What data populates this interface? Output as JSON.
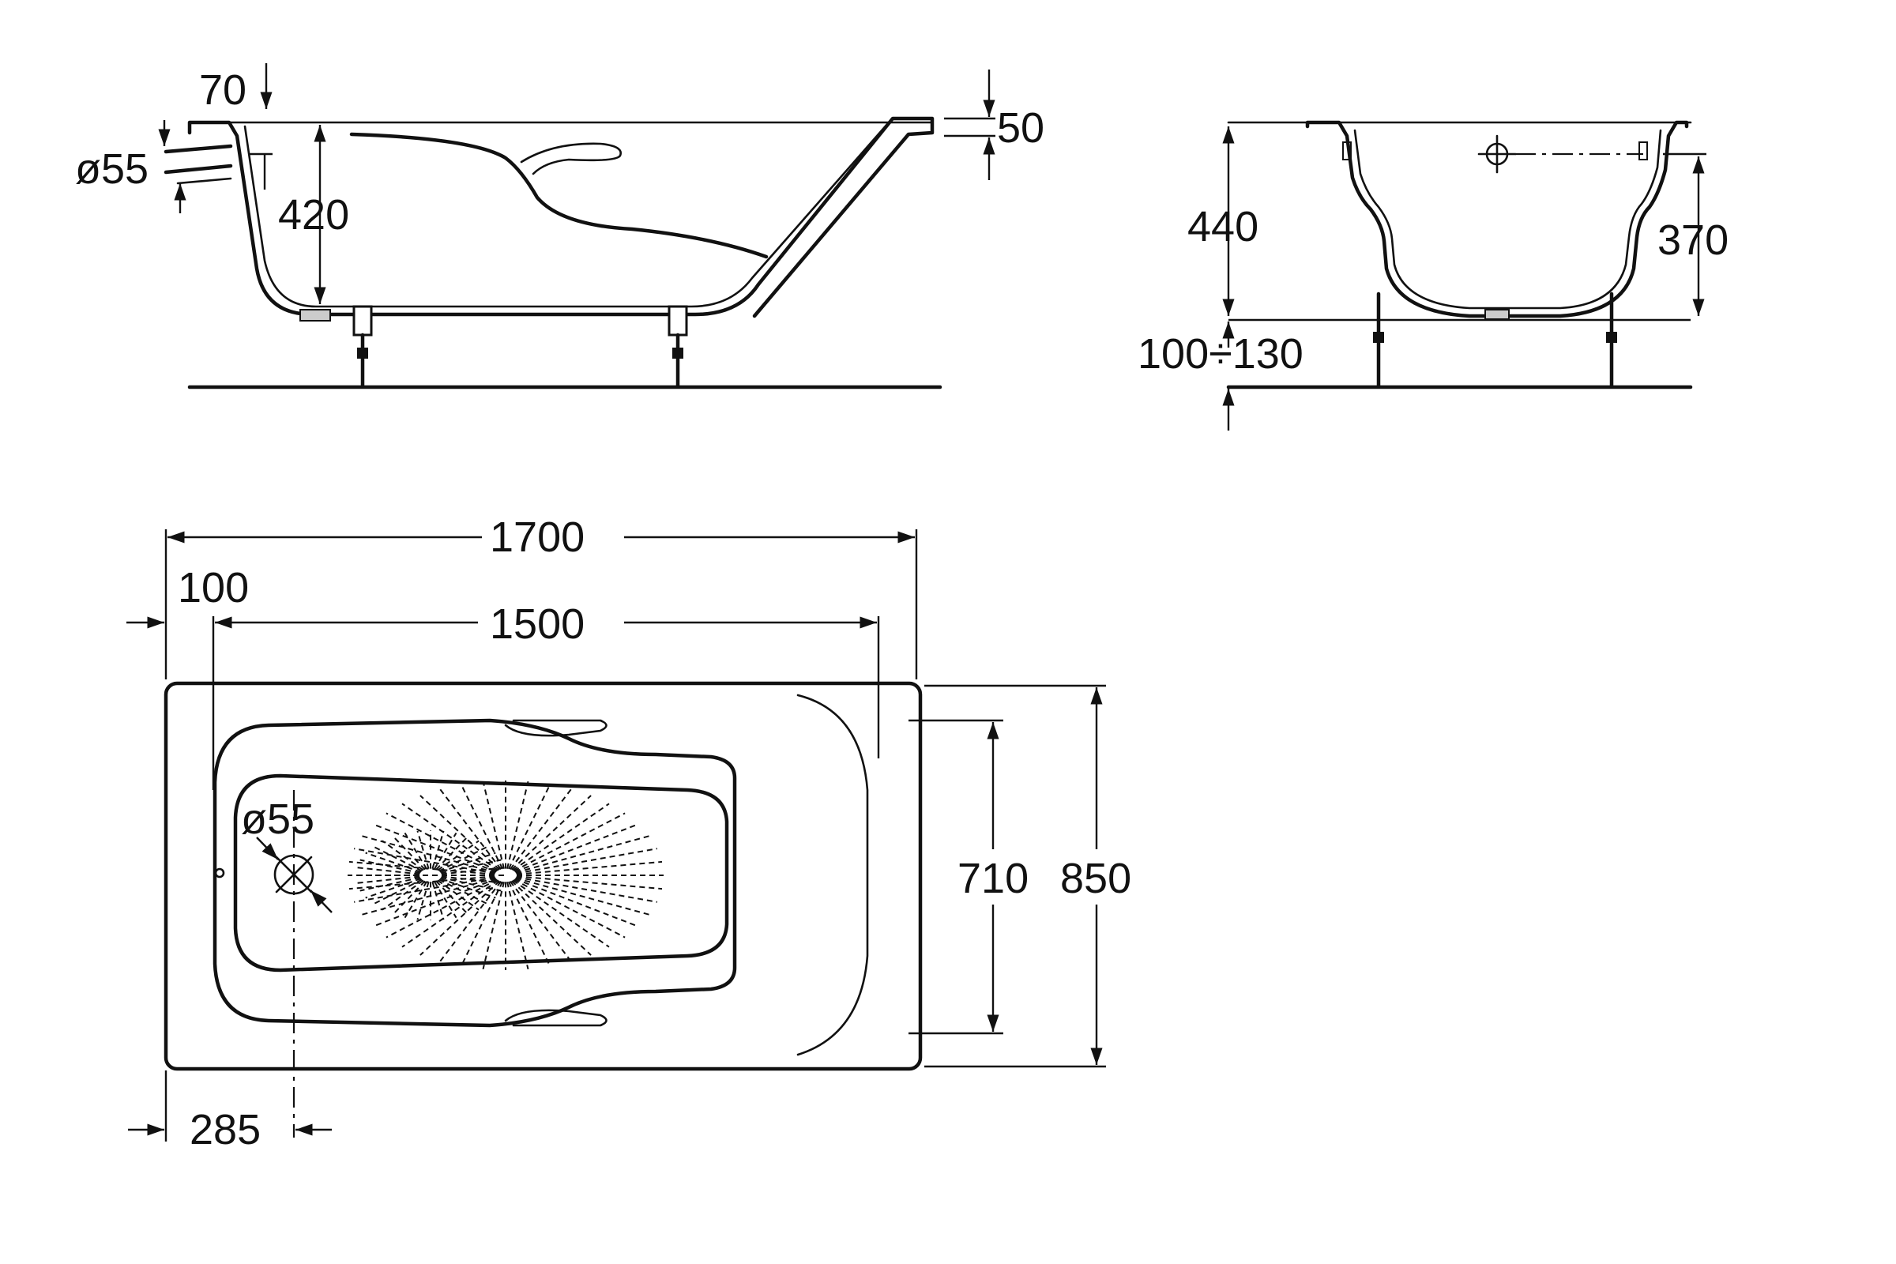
{
  "side_view": {
    "rim_thickness": "70",
    "overflow_diameter": "ø55",
    "tub_depth": "420",
    "rim_height": "50"
  },
  "end_view": {
    "total_height": "440",
    "inner_depth": "370",
    "leg_adjustment": "100÷130"
  },
  "plan_view": {
    "overall_length": "1700",
    "inner_length": "1500",
    "end_offset": "100",
    "drain_diameter": "ø55",
    "inner_width": "710",
    "overall_width": "850",
    "drain_offset": "285"
  },
  "colors": {
    "line": "#111111",
    "background": "#ffffff"
  }
}
